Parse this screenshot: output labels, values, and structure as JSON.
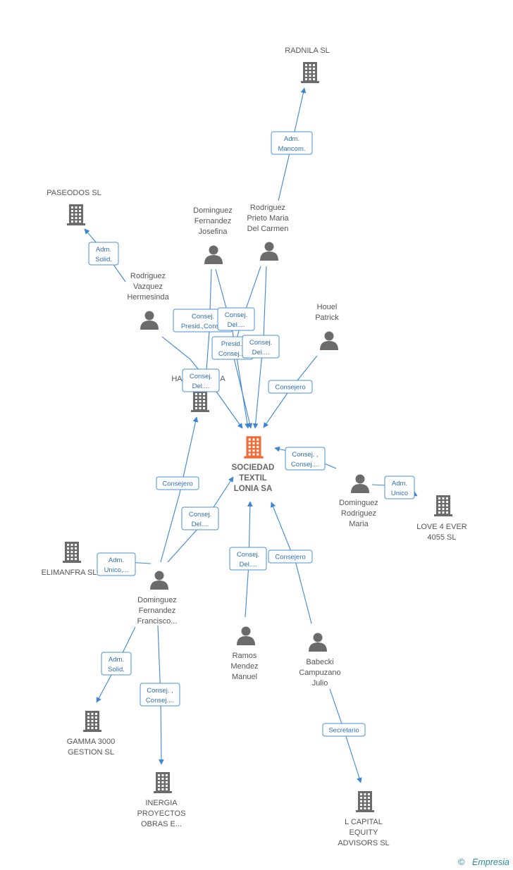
{
  "colors": {
    "edge": "#3d86d6",
    "label_border": "#4a90d9",
    "label_text": "#2f6fb5",
    "node_icon": "#6b6b6b",
    "main_icon": "#f26a35",
    "brand": "#2b8a9e"
  },
  "nodes": [
    {
      "id": "radnila",
      "kind": "company",
      "label": [
        "RADNILA SL"
      ]
    },
    {
      "id": "paseodos",
      "kind": "company",
      "label": [
        "PASEODOS  SL"
      ]
    },
    {
      "id": "dominguez_josefina",
      "kind": "person",
      "label": [
        "Dominguez",
        "Fernandez",
        "Josefina"
      ]
    },
    {
      "id": "rodriguez_prieto",
      "kind": "person",
      "label": [
        "Rodriguez",
        "Prieto Maria",
        "Del Carmen"
      ]
    },
    {
      "id": "rodriguez_vazquez",
      "kind": "person",
      "label": [
        "Rodriguez",
        "Vazquez",
        "Hermesinda"
      ]
    },
    {
      "id": "houel",
      "kind": "person",
      "label": [
        "Houel",
        "Patrick"
      ]
    },
    {
      "id": "ha_company",
      "kind": "company",
      "label": [
        "HA",
        "A"
      ]
    },
    {
      "id": "sociedad",
      "kind": "main",
      "label": [
        "SOCIEDAD",
        "TEXTIL",
        "LONIA SA"
      ]
    },
    {
      "id": "dominguez_rodriguez",
      "kind": "person",
      "label": [
        "Dominguez",
        "Rodriguez",
        "Maria"
      ]
    },
    {
      "id": "love4ever",
      "kind": "company",
      "label": [
        "LOVE 4 EVER",
        "4055 SL"
      ]
    },
    {
      "id": "elimanfra",
      "kind": "company",
      "label": [
        "ELIMANFRA  SL"
      ]
    },
    {
      "id": "dominguez_francisco",
      "kind": "person",
      "label": [
        "Dominguez",
        "Fernandez",
        "Francisco..."
      ]
    },
    {
      "id": "ramos",
      "kind": "person",
      "label": [
        "Ramos",
        "Mendez",
        "Manuel"
      ]
    },
    {
      "id": "babecki",
      "kind": "person",
      "label": [
        "Babecki",
        "Campuzano",
        "Julio"
      ]
    },
    {
      "id": "gamma",
      "kind": "company",
      "label": [
        "GAMMA 3000",
        "GESTION SL"
      ]
    },
    {
      "id": "inergia",
      "kind": "company",
      "label": [
        "INERGIA",
        "PROYECTOS",
        "OBRAS E..."
      ]
    },
    {
      "id": "lcapital",
      "kind": "company",
      "label": [
        "L CAPITAL",
        "EQUITY",
        "ADVISORS SL"
      ]
    }
  ],
  "edge_labels": [
    {
      "id": "adm_mancom",
      "lines": [
        "Adm.",
        "Mancom."
      ]
    },
    {
      "id": "adm_solid_paseodos",
      "lines": [
        "Adm.",
        "Solid."
      ]
    },
    {
      "id": "consej_presid",
      "lines": [
        "Consej.",
        "Presid.,Cons..."
      ]
    },
    {
      "id": "consej_del_josefina",
      "lines": [
        "Consej.",
        "Del...."
      ]
    },
    {
      "id": "presid_consej",
      "lines": [
        "Presid.,",
        "Consej...."
      ]
    },
    {
      "id": "consej_del_prieto",
      "lines": [
        "Consej.",
        "Del...."
      ]
    },
    {
      "id": "consej_del_ha",
      "lines": [
        "Consej.",
        "Del...."
      ]
    },
    {
      "id": "consejero_houel",
      "lines": [
        "Consejero"
      ]
    },
    {
      "id": "consej_consej_dr",
      "lines": [
        "Consej. ,",
        "Consej...."
      ]
    },
    {
      "id": "adm_unico_love",
      "lines": [
        "Adm.",
        "Unico"
      ]
    },
    {
      "id": "consejero_francisco_ha",
      "lines": [
        "Consejero"
      ]
    },
    {
      "id": "consej_del_francisco",
      "lines": [
        "Consej.",
        "Del...."
      ]
    },
    {
      "id": "adm_unico_elimanfra",
      "lines": [
        "Adm.",
        "Unico,..."
      ]
    },
    {
      "id": "consej_del_ramos",
      "lines": [
        "Consej.",
        "Del...."
      ]
    },
    {
      "id": "consejero_babecki",
      "lines": [
        "Consejero"
      ]
    },
    {
      "id": "adm_solid_gamma",
      "lines": [
        "Adm.",
        "Solid."
      ]
    },
    {
      "id": "consej_consej_inergia",
      "lines": [
        "Consej. ,",
        "Consej...."
      ]
    },
    {
      "id": "secretario",
      "lines": [
        "Secretario"
      ]
    }
  ],
  "brand": {
    "symbol": "©",
    "name": "Empresia"
  }
}
